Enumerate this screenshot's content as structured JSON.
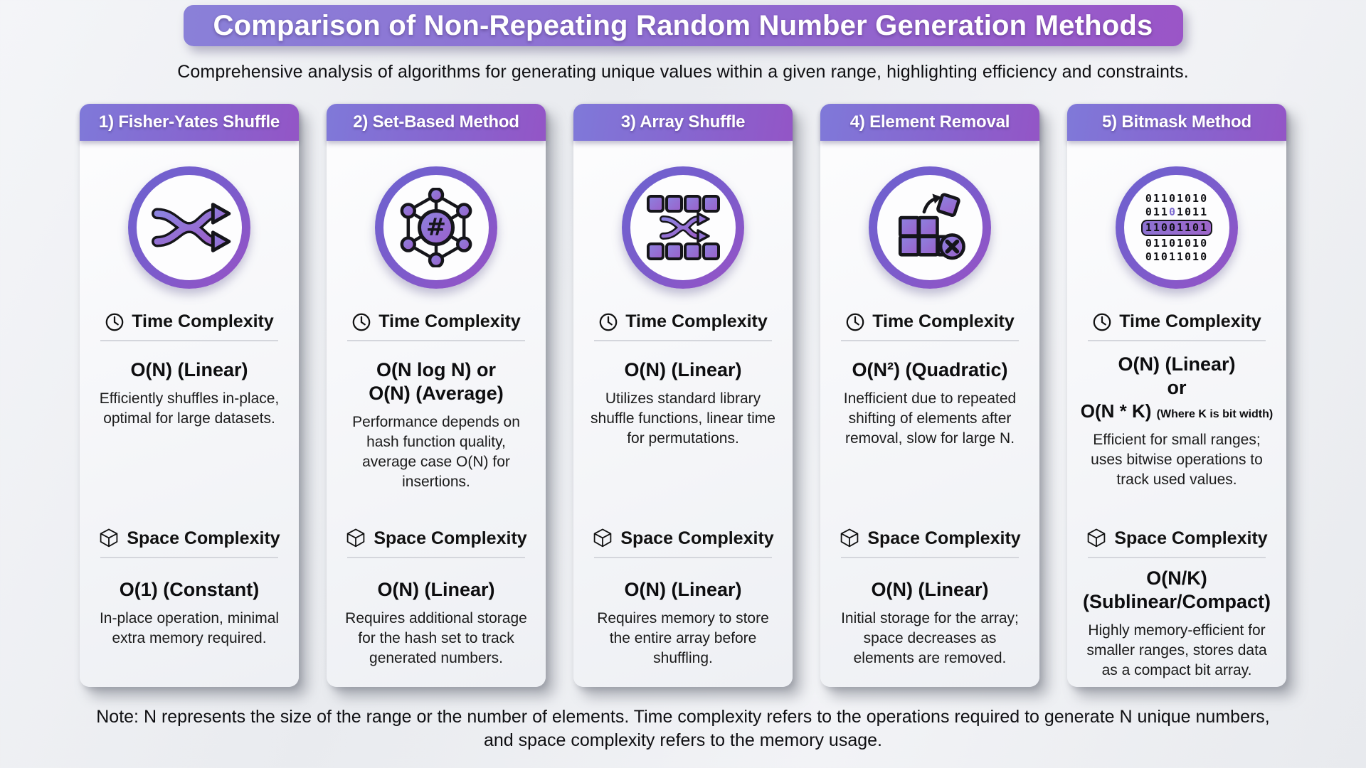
{
  "page": {
    "title": "Comparison of Non-Repeating Random Number Generation Methods",
    "subtitle": "Comprehensive analysis of algorithms for generating unique values within a given range, highlighting efficiency and constraints.",
    "note": "Note: N represents the size of the range or the number of elements. Time complexity refers to the operations required to generate N unique numbers, and space complexity refers to the memory usage."
  },
  "sections": {
    "time_label": "Time Complexity",
    "space_label": "Space Complexity"
  },
  "colors": {
    "banner_gradient_start": "#8A80D8",
    "banner_gradient_end": "#9A55C7",
    "card_header_gradient_start": "#7F79D9",
    "card_header_gradient_end": "#9355C6",
    "icon_ring_start": "#6C63D0",
    "icon_ring_end": "#9952C5",
    "icon_fill_start": "#8C83E0",
    "icon_fill_end": "#9B5FC9",
    "background": "#EDEEF2",
    "text": "#141414"
  },
  "icon_glyphs": {
    "hash_symbol": "#"
  },
  "cards": [
    {
      "header": "1) Fisher-Yates Shuffle",
      "icon": "shuffle-icon",
      "time_value": "O(N) (Linear)",
      "time_desc": "Efficiently shuffles in-place, optimal for large datasets.",
      "space_value": "O(1) (Constant)",
      "space_desc": "In-place operation, minimal extra memory required."
    },
    {
      "header": "2) Set-Based Method",
      "icon": "hash-set-icon",
      "time_value_line1": "O(N log N) or",
      "time_value_line2": "O(N) (Average)",
      "time_desc": "Performance depends on hash function quality, average case O(N) for insertions.",
      "space_value": "O(N) (Linear)",
      "space_desc": "Requires additional storage for the hash set to track generated numbers."
    },
    {
      "header": "3) Array Shuffle",
      "icon": "array-shuffle-icon",
      "time_value": "O(N) (Linear)",
      "time_desc": "Utilizes standard library shuffle functions, linear time for permutations.",
      "space_value": "O(N) (Linear)",
      "space_desc": "Requires memory to store the entire array before shuffling."
    },
    {
      "header": "4) Element Removal",
      "icon": "element-removal-icon",
      "time_value": "O(N²) (Quadratic)",
      "time_desc": "Inefficient due to repeated shifting of elements after removal, slow for large N.",
      "space_value": "O(N) (Linear)",
      "space_desc": "Initial storage for the array; space decreases as elements are removed."
    },
    {
      "header": "5) Bitmask Method",
      "icon": "bitmask-icon",
      "time_value_line1": "O(N) (Linear)",
      "time_value_line2": "or",
      "time_value_main": "O(N * K)",
      "time_value_note": "(Where K is bit width)",
      "time_desc": "Efficient for small ranges; uses bitwise operations to track used values.",
      "space_value_line1": "O(N/K)",
      "space_value_line2": "(Sublinear/Compact)",
      "space_desc": "Highly memory-efficient for smaller ranges, stores data as a compact bit array.",
      "binary": {
        "row1": "01101010",
        "row2_prefix": "011",
        "row2_highlight_digit": "0",
        "row2_suffix": "1011",
        "row3_highlighted": "11001101",
        "row4": "01101010",
        "row5": "01011010"
      }
    }
  ]
}
